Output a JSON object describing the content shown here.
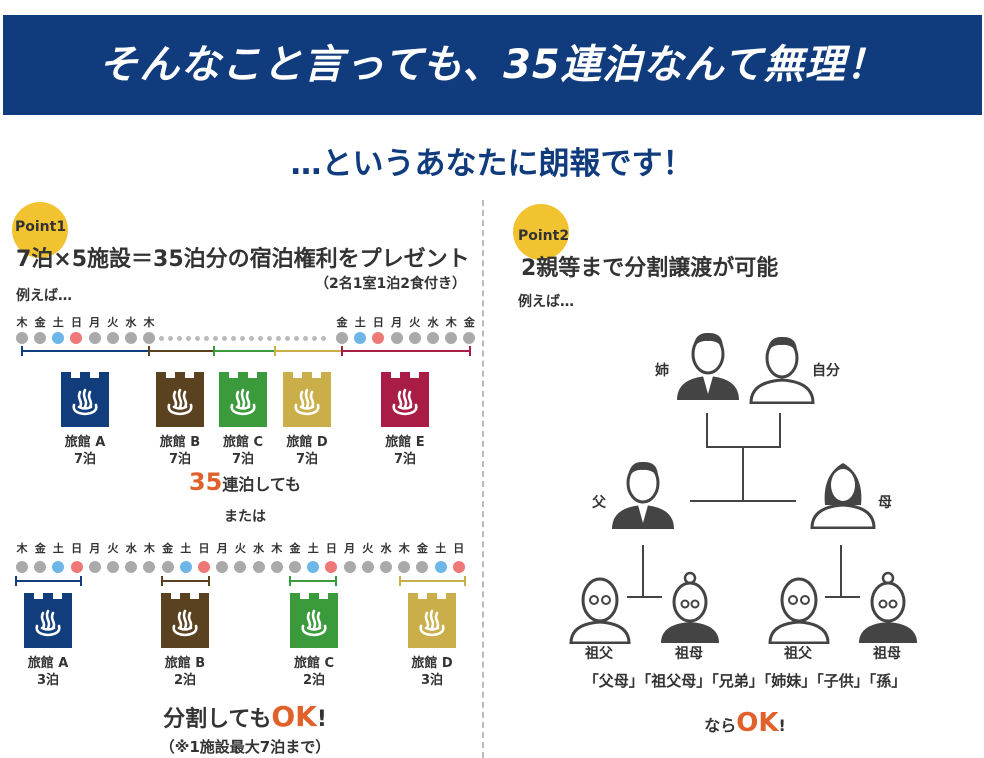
{
  "banner": {
    "title": "そんなこと言っても、35連泊なんて無理！"
  },
  "subtitle": "…というあなたに朗報です！",
  "point1": {
    "badge": "Point1",
    "heading": "7泊×5施設＝35泊分の宿泊権利をプレゼント",
    "note": "（2名1室1泊2食付き）",
    "example": "例えば…",
    "row1_days_left": [
      "木",
      "金",
      "土",
      "日",
      "月",
      "火",
      "水",
      "木"
    ],
    "row1_days_right": [
      "金",
      "土",
      "日",
      "月",
      "火",
      "水",
      "木",
      "金"
    ],
    "row1_inns": [
      {
        "name": "旅館 A",
        "nights": "7泊",
        "color": "#123d7c"
      },
      {
        "name": "旅館 B",
        "nights": "7泊",
        "color": "#5a4120"
      },
      {
        "name": "旅館 C",
        "nights": "7泊",
        "color": "#3a9a3c"
      },
      {
        "name": "旅館 D",
        "nights": "7泊",
        "color": "#c9ae4a"
      },
      {
        "name": "旅館 E",
        "nights": "7泊",
        "color": "#a81c45"
      }
    ],
    "middle_num": "35",
    "middle_text": "連泊しても",
    "or": "または",
    "row2_days": [
      "木",
      "金",
      "土",
      "日",
      "月",
      "火",
      "水",
      "木",
      "金",
      "土",
      "日",
      "月",
      "火",
      "水",
      "木",
      "金",
      "土",
      "日",
      "月",
      "火",
      "水",
      "木",
      "金",
      "土",
      "日"
    ],
    "row2_inns": [
      {
        "name": "旅館 A",
        "nights": "3泊",
        "color": "#123d7c"
      },
      {
        "name": "旅館 B",
        "nights": "2泊",
        "color": "#5a4120"
      },
      {
        "name": "旅館 C",
        "nights": "2泊",
        "color": "#3a9a3c"
      },
      {
        "name": "旅館 D",
        "nights": "3泊",
        "color": "#c9ae4a"
      }
    ],
    "split_text": "分割しても",
    "ok": "OK",
    "exclaim": "!",
    "limit_note": "（※1施設最大7泊まで）"
  },
  "point2": {
    "badge": "Point2",
    "heading": "2親等まで分割譲渡が可能",
    "example": "例えば…",
    "labels": {
      "sister": "姉",
      "self": "自分",
      "father": "父",
      "mother": "母",
      "grandfather": "祖父",
      "grandmother": "祖母"
    },
    "relations": "「父母」「祖父母」「兄弟」「姉妹」「子供」「孫」",
    "nara": "なら",
    "ok": "OK",
    "exclaim": "!"
  },
  "colors": {
    "weekday": "#aaaaaa",
    "saturday": "#6cb6e8",
    "sunday": "#ee7777",
    "navy": "#103b7d",
    "orange": "#e0612a",
    "yellow": "#f2c330"
  }
}
